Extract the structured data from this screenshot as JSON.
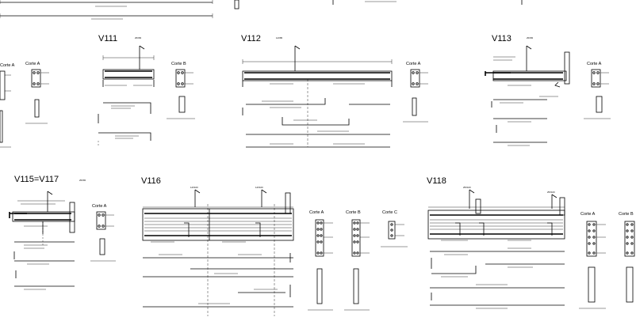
{
  "beams": [
    {
      "id": "v111",
      "title": "V111",
      "tag": "25X65",
      "sections": [
        "Corte A",
        "Corte B"
      ]
    },
    {
      "id": "v112",
      "title": "V112",
      "tag": "14X85",
      "sections": [
        "Corte A"
      ]
    },
    {
      "id": "v113",
      "title": "V113",
      "tag": "25X65",
      "sections": [
        "Corte A"
      ]
    },
    {
      "id": "v115",
      "title": "V115=V117",
      "tag": "25X65",
      "sections": [
        "Corte A"
      ]
    },
    {
      "id": "v116",
      "title": "V116",
      "tag": "14X100",
      "sections": [
        "Corte A",
        "Corte B",
        "Corte C"
      ]
    },
    {
      "id": "v118",
      "title": "V118",
      "tag": "25X100",
      "sections": [
        "Corte A",
        "Corte B"
      ]
    }
  ],
  "partial_sections": [
    "Corte A"
  ]
}
